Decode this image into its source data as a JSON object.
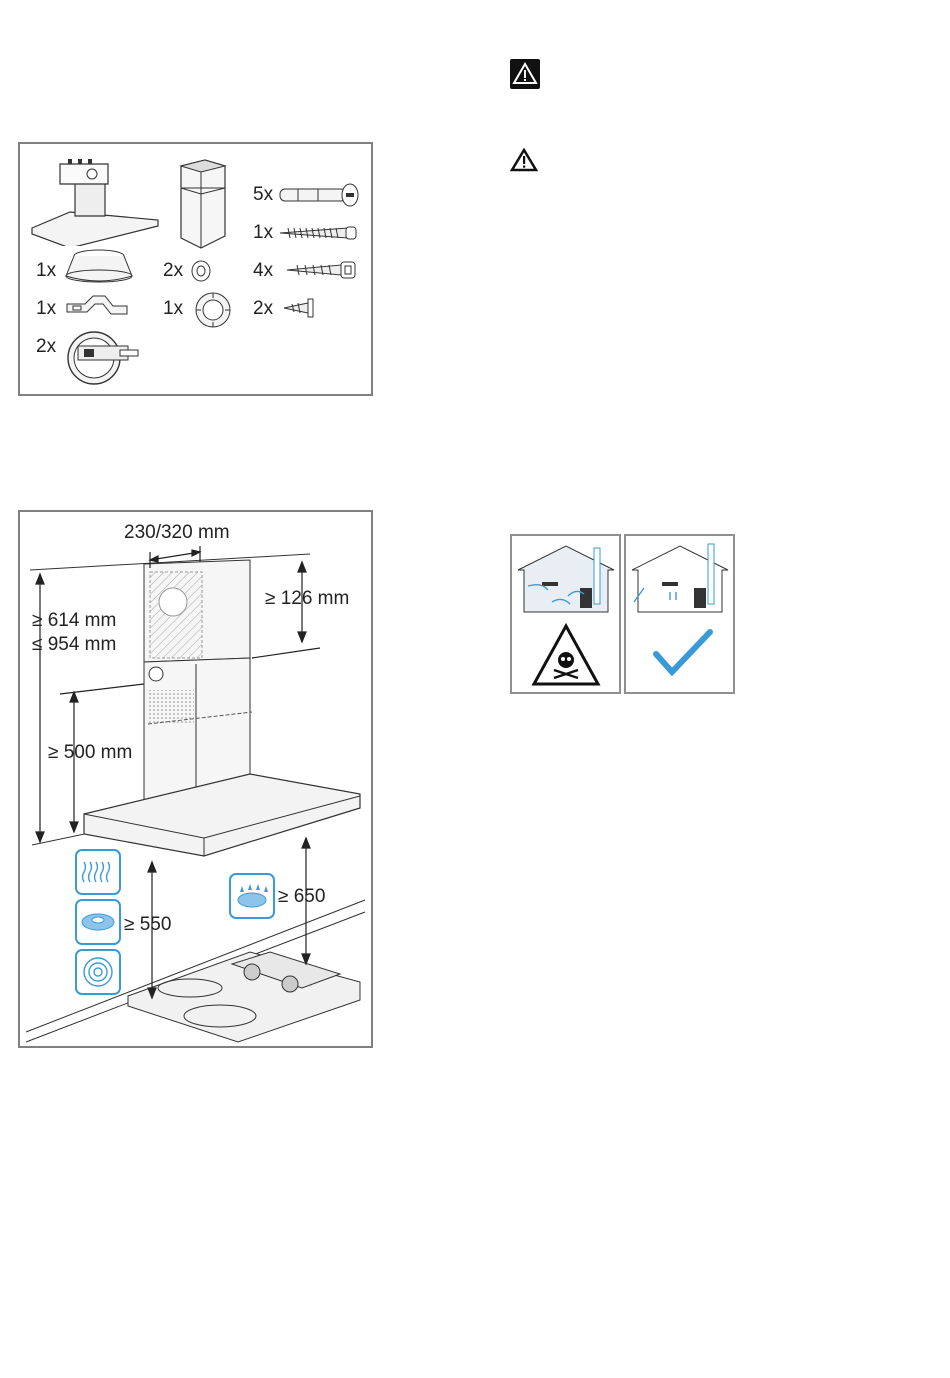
{
  "parts": {
    "hood": {
      "qty": ""
    },
    "chimney": {
      "qty": ""
    },
    "anchor": {
      "qty": "5x"
    },
    "long_screw": {
      "qty": "1x"
    },
    "collar": {
      "qty": "1x"
    },
    "washer": {
      "qty": "2x"
    },
    "screw": {
      "qty": "4x"
    },
    "bracket": {
      "qty": "1x"
    },
    "knob": {
      "qty": "1x"
    },
    "small_screw": {
      "qty": "2x"
    },
    "valve": {
      "qty": "2x"
    }
  },
  "dimensions": {
    "width": "230/320 mm",
    "chimney_overlap": "≥ 126 mm",
    "height_min": "≥ 614 mm",
    "height_max": "≤ 954 mm",
    "above_hood": "≥ 500 mm",
    "electric_clearance": "≥ 550",
    "gas_clearance": "≥ 650"
  },
  "colors": {
    "border": "#808080",
    "accent_blue": "#3a9ad9",
    "line": "#222222"
  },
  "icons": [
    "warning-icon-filled",
    "warning-icon-outline",
    "skull-warning-icon",
    "checkmark-icon",
    "radiant-heater-icon",
    "hotplate-icon",
    "induction-icon",
    "gas-burner-icon"
  ]
}
